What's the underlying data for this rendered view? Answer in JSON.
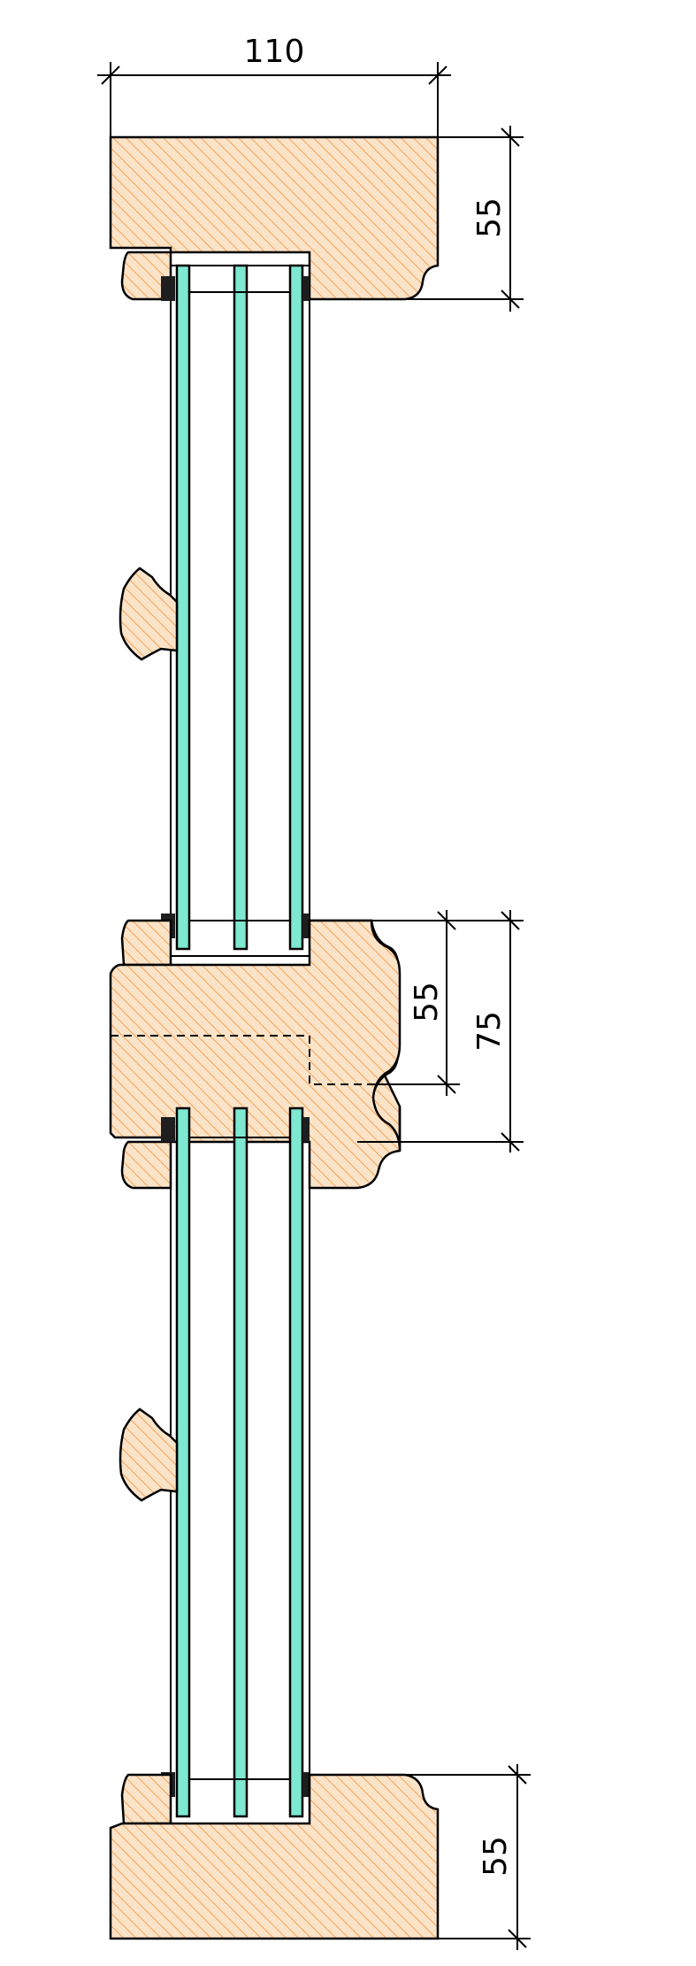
{
  "colors": {
    "wood_fill": "#fbe3c8",
    "wood_hatch": "#f2a35a",
    "glass": "#7ee8d0",
    "gasket": "#1e1e1e",
    "line": "#000000"
  },
  "dimensions": {
    "top_width": "110",
    "top_rail_height": "55",
    "mullion_inner": "55",
    "mullion_outer": "75",
    "bottom_rail_height": "55"
  },
  "icons": [
    "hatched-wood-section",
    "glazing-bead",
    "gasket"
  ]
}
